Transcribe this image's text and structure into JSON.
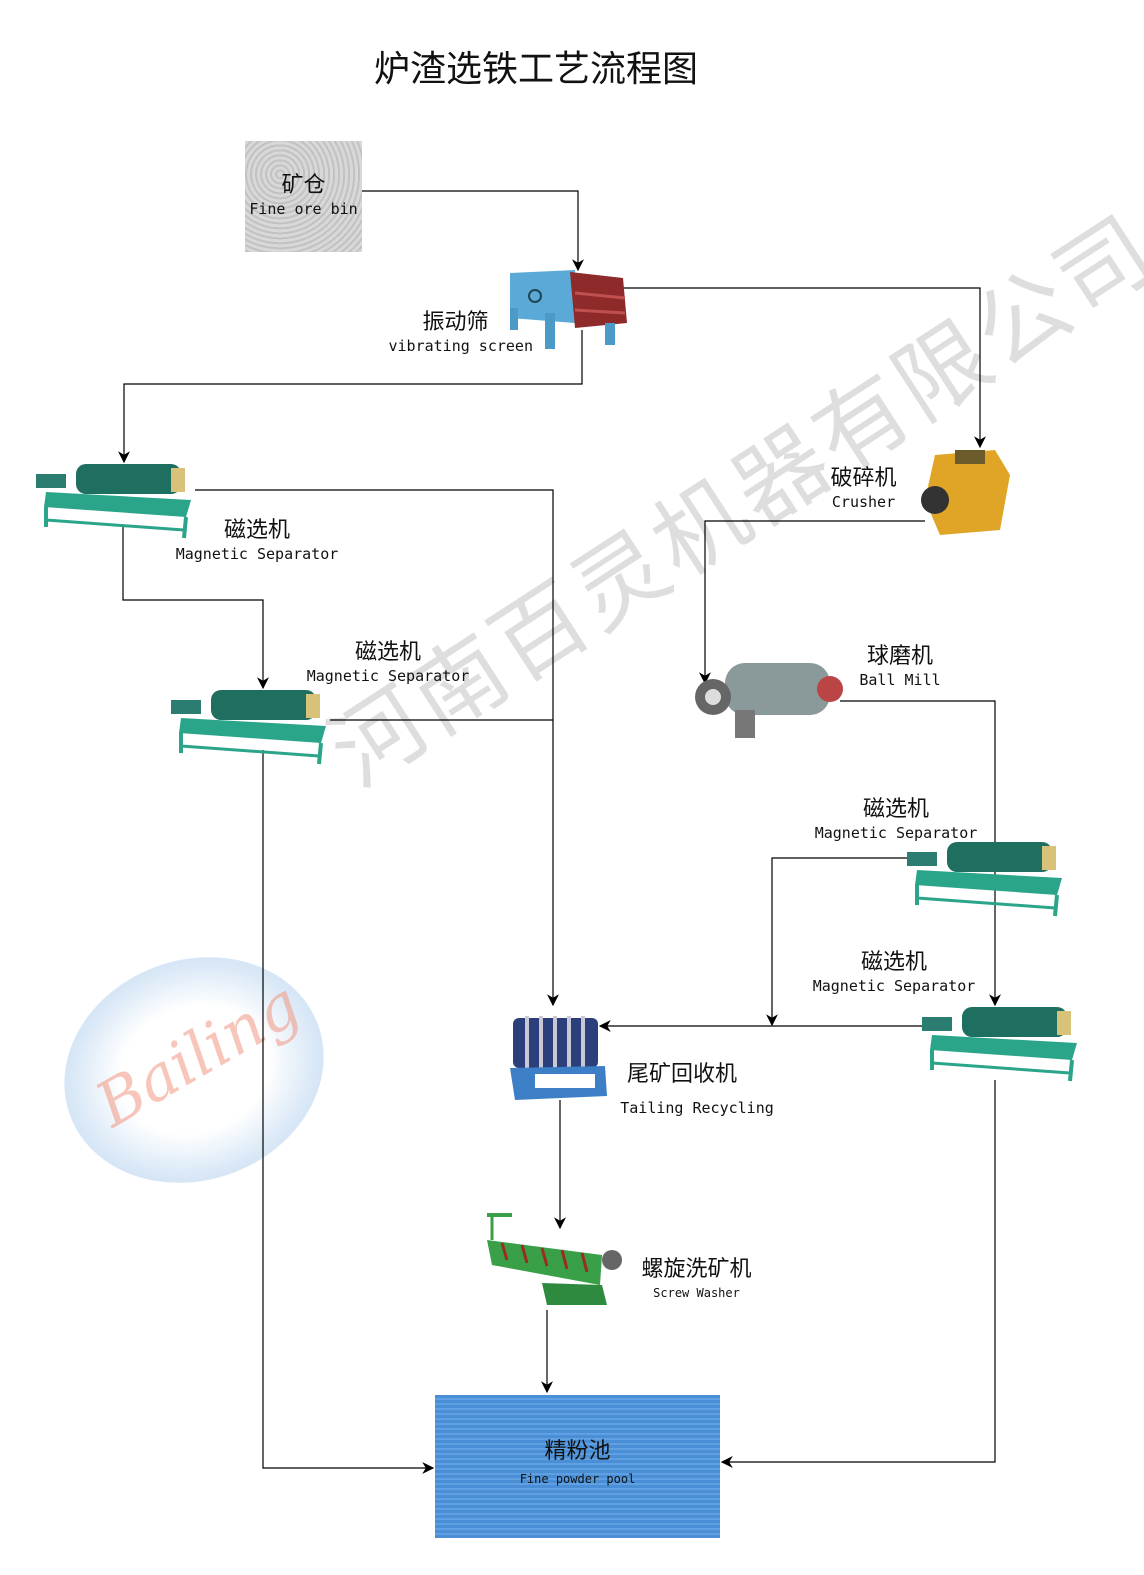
{
  "title": "炉渣选铁工艺流程图",
  "watermark": {
    "company": "河南百灵机器有限公司",
    "logo_text": "Bailing"
  },
  "nodes": {
    "ore_bin": {
      "cn": "矿仓",
      "en": "Fine ore bin"
    },
    "vibrating_screen": {
      "cn": "振动筛",
      "en": "vibrating screen"
    },
    "magnetic_separator_1": {
      "cn": "磁选机",
      "en": "Magnetic Separator"
    },
    "magnetic_separator_2": {
      "cn": "磁选机",
      "en": "Magnetic Separator"
    },
    "crusher": {
      "cn": "破碎机",
      "en": "Crusher"
    },
    "ball_mill": {
      "cn": "球磨机",
      "en": "Ball Mill"
    },
    "magnetic_separator_3": {
      "cn": "磁选机",
      "en": "Magnetic Separator"
    },
    "magnetic_separator_4": {
      "cn": "磁选机",
      "en": "Magnetic Separator"
    },
    "tailing_recycling": {
      "cn": "尾矿回收机",
      "en": "Tailing Recycling"
    },
    "screw_washer": {
      "cn": "螺旋洗矿机",
      "en": "Screw Washer"
    },
    "fine_powder_pool": {
      "cn": "精粉池",
      "en": "Fine powder pool"
    }
  },
  "colors": {
    "separator_body": "#1f8f7a",
    "separator_frame": "#2aa58a",
    "screen_blue": "#5aa9d6",
    "screen_red": "#8e2a2a",
    "crusher": "#e0a526",
    "mill": "#8a9a9a",
    "pool": "#4a8fd6",
    "bin": "#cfcfcf",
    "washer": "#3aa048"
  }
}
